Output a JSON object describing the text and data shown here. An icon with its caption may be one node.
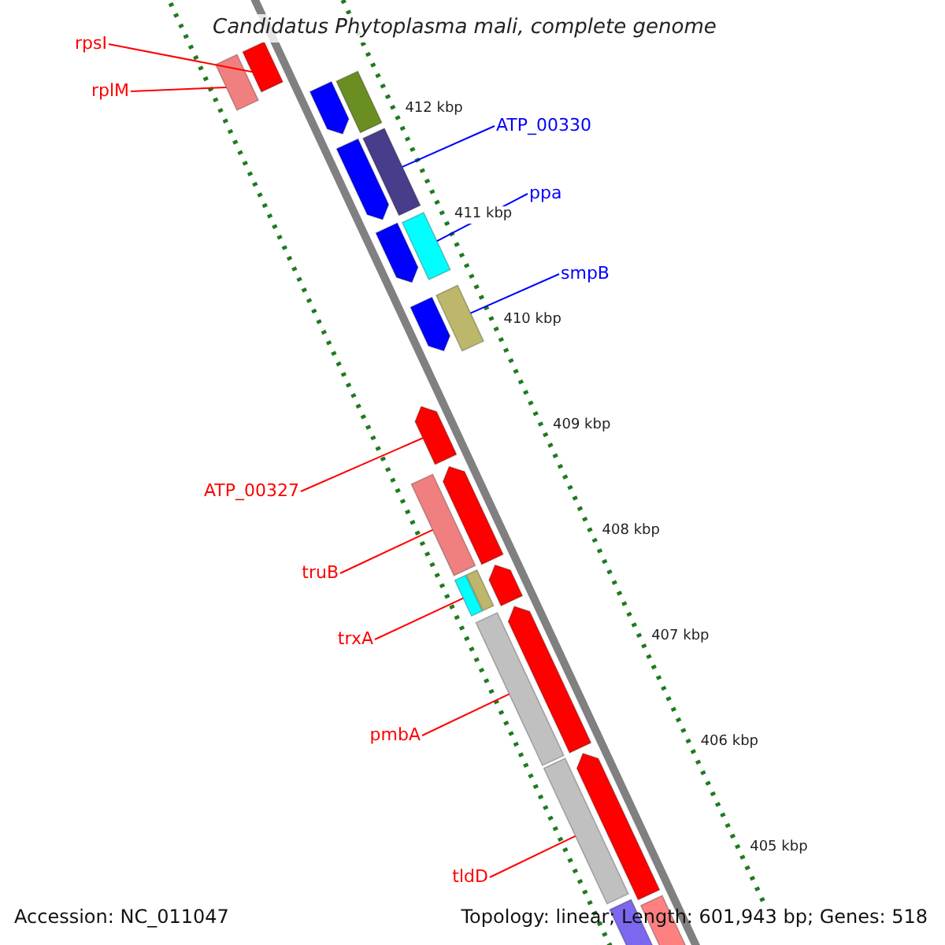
{
  "diagram": {
    "title": "Candidatus Phytoplasma mali, complete genome",
    "nodes": [
      {
        "text": [
          "rpsI"
        ]
      },
      {
        "text": [
          "rplM"
        ]
      },
      {
        "text": [
          "ATP_00330"
        ]
      },
      {
        "text": [
          "ppa"
        ]
      },
      {
        "text": [
          "smpB"
        ]
      },
      {
        "text": [
          "ATP_00327"
        ]
      },
      {
        "text": [
          "truB"
        ]
      },
      {
        "text": [
          "trxA"
        ]
      },
      {
        "text": [
          "pmbA"
        ]
      },
      {
        "text": [
          "tldD"
        ]
      },
      {
        "text": [],
        "shape": "bar"
      },
      {
        "text": [],
        "shape": "bar"
      },
      {
        "text": [],
        "shape": "bar"
      },
      {
        "text": [],
        "shape": "arrow"
      },
      {
        "text": [],
        "shape": "bar"
      },
      {
        "text": [],
        "shape": "arrow"
      },
      {
        "text": [],
        "shape": "bar"
      },
      {
        "text": [],
        "shape": "arrow"
      },
      {
        "text": [],
        "shape": "bar"
      },
      {
        "text": [],
        "shape": "arrow"
      },
      {
        "text": [],
        "shape": "arrow"
      },
      {
        "text": [],
        "shape": "arrow"
      },
      {
        "text": [],
        "shape": "bar"
      },
      {
        "text": [],
        "shape": "bar"
      },
      {
        "text": [],
        "shape": "bar"
      },
      {
        "text": [],
        "shape": "arrow"
      },
      {
        "text": [],
        "shape": "arrow"
      },
      {
        "text": [],
        "shape": "bar"
      },
      {
        "text": [],
        "shape": "arrow"
      },
      {
        "text": [],
        "shape": "bar"
      },
      {
        "text": [],
        "shape": "bar"
      },
      {
        "text": [],
        "shape": "bar"
      }
    ],
    "edges": [
      {
        "from": 0,
        "to": 10,
        "arrow": "none"
      },
      {
        "from": 1,
        "to": 11,
        "arrow": "none"
      },
      {
        "from": 2,
        "to": 14,
        "arrow": "none",
        "color": "#0000ff"
      },
      {
        "from": 3,
        "to": 16,
        "arrow": "none",
        "color": "#0000ff"
      },
      {
        "from": 4,
        "to": 18,
        "arrow": "none",
        "color": "#0000ff"
      },
      {
        "from": 5,
        "to": 20,
        "arrow": "none"
      },
      {
        "from": 6,
        "to": 22,
        "arrow": "none"
      },
      {
        "from": 7,
        "to": 23,
        "arrow": "none"
      },
      {
        "from": 8,
        "to": 27,
        "arrow": "none"
      },
      {
        "from": 9,
        "to": 29,
        "arrow": "none"
      }
    ],
    "labels": [
      "412 kbp",
      "411 kbp",
      "410 kbp",
      "409 kbp",
      "408 kbp",
      "407 kbp",
      "406 kbp",
      "405 kbp",
      "Accession: NC_011047",
      "Topology: linear; Length: 601,943 bp; Genes: 518"
    ]
  }
}
